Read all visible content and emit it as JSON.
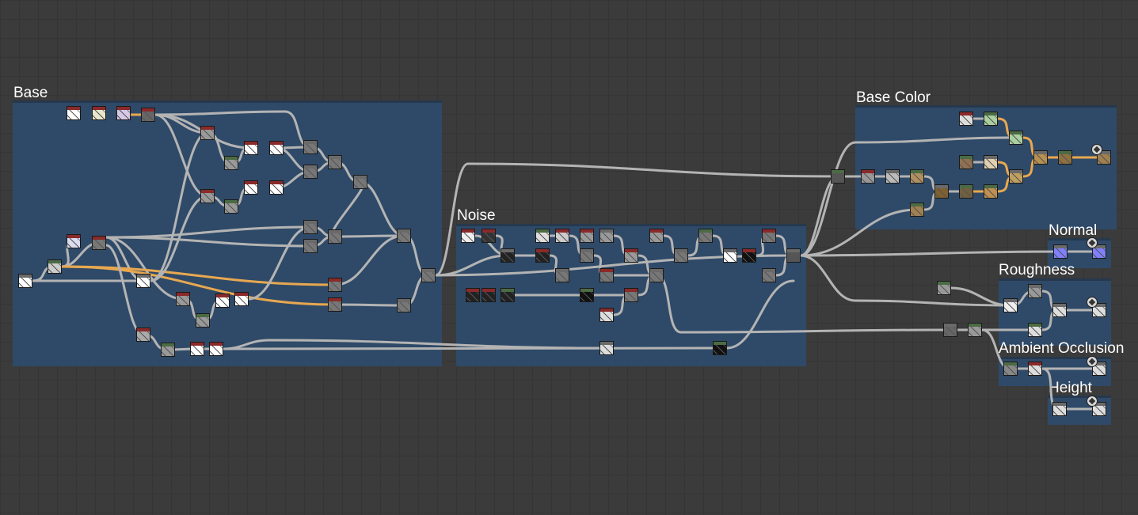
{
  "canvas": {
    "background": "#3b3b3b",
    "frame_color": "#2f4a68"
  },
  "frames": [
    {
      "id": "base",
      "title": "Base"
    },
    {
      "id": "noise",
      "title": "Noise"
    },
    {
      "id": "base_color",
      "title": "Base Color"
    },
    {
      "id": "normal",
      "title": "Normal"
    },
    {
      "id": "roughness",
      "title": "Roughness"
    },
    {
      "id": "ambient_occlusion",
      "title": "Ambient Occlusion"
    },
    {
      "id": "height",
      "title": "Height"
    }
  ],
  "wire_colors": {
    "default": "#b4b4b4",
    "highlight": "#e8a850"
  },
  "node_header_colors": {
    "color": "#8a2a2a",
    "grayscale": "#4b6b45",
    "generic": "#6a6a6a"
  },
  "output_icon": "output-node-icon"
}
